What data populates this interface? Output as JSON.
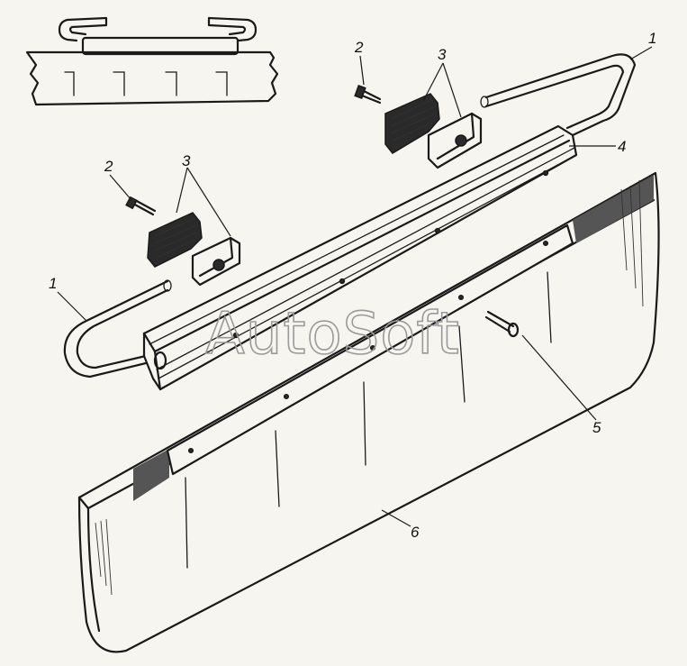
{
  "watermark": "AutoSoft",
  "callouts": {
    "wiper_arm_left": "1",
    "wiper_arm_right": "1",
    "bolt_left": "2",
    "bolt_right": "2",
    "clamp_left": "3",
    "clamp_right": "3",
    "rail": "4",
    "pin": "5",
    "flap": "6"
  }
}
